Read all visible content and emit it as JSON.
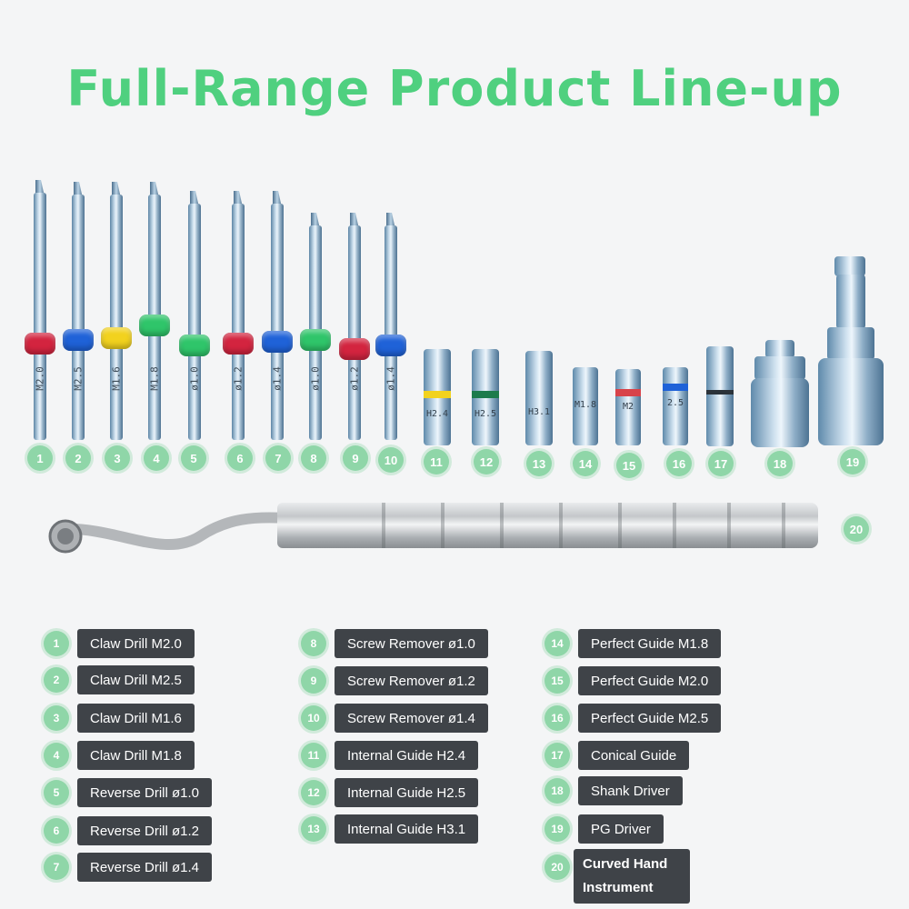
{
  "title": "Full-Range Product Line-up",
  "colors": {
    "title": "#4fd07f",
    "number_badge": "#8fd6a8",
    "label_box": "#3f4348",
    "ring_red": "#d3243f",
    "ring_blue": "#1f62d8",
    "ring_yellow": "#f2d21e",
    "ring_green": "#2fc56a",
    "band_red": "#d8434a",
    "band_dark_green": "#1d7b4c"
  },
  "tool_engravings": [
    "M2.0",
    "M2.5",
    "M1.6",
    "M1.8",
    "ø1.0",
    "ø1.2",
    "ø1.4",
    "ø1.0",
    "ø1.2",
    "ø1.4"
  ],
  "guide_engravings": [
    "H2.4",
    "H2.5",
    "H3.1",
    "M1.8",
    "M2",
    "2.5"
  ],
  "tool_numbers": [
    "1",
    "2",
    "3",
    "4",
    "5",
    "6",
    "7",
    "8",
    "9",
    "10",
    "11",
    "12",
    "13",
    "14",
    "15",
    "16",
    "17",
    "18",
    "19",
    "20"
  ],
  "legend": [
    {
      "num": "1",
      "label": "Claw Drill M2.0"
    },
    {
      "num": "2",
      "label": "Claw Drill M2.5"
    },
    {
      "num": "3",
      "label": "Claw Drill M1.6"
    },
    {
      "num": "4",
      "label": "Claw Drill M1.8"
    },
    {
      "num": "5",
      "label": "Reverse Drill ø1.0"
    },
    {
      "num": "6",
      "label": "Reverse Drill ø1.2"
    },
    {
      "num": "7",
      "label": "Reverse Drill ø1.4"
    },
    {
      "num": "8",
      "label": "Screw Remover ø1.0"
    },
    {
      "num": "9",
      "label": "Screw Remover ø1.2"
    },
    {
      "num": "10",
      "label": "Screw Remover ø1.4"
    },
    {
      "num": "11",
      "label": "Internal Guide H2.4"
    },
    {
      "num": "12",
      "label": "Internal Guide H2.5"
    },
    {
      "num": "13",
      "label": "Internal Guide H3.1"
    },
    {
      "num": "14",
      "label": "Perfect Guide M1.8"
    },
    {
      "num": "15",
      "label": "Perfect Guide M2.0"
    },
    {
      "num": "16",
      "label": "Perfect Guide M2.5"
    },
    {
      "num": "17",
      "label": "Conical Guide"
    },
    {
      "num": "18",
      "label": "Shank Driver"
    },
    {
      "num": "19",
      "label": "PG Driver"
    },
    {
      "num": "20",
      "label": "Curved Hand Instrument"
    }
  ]
}
